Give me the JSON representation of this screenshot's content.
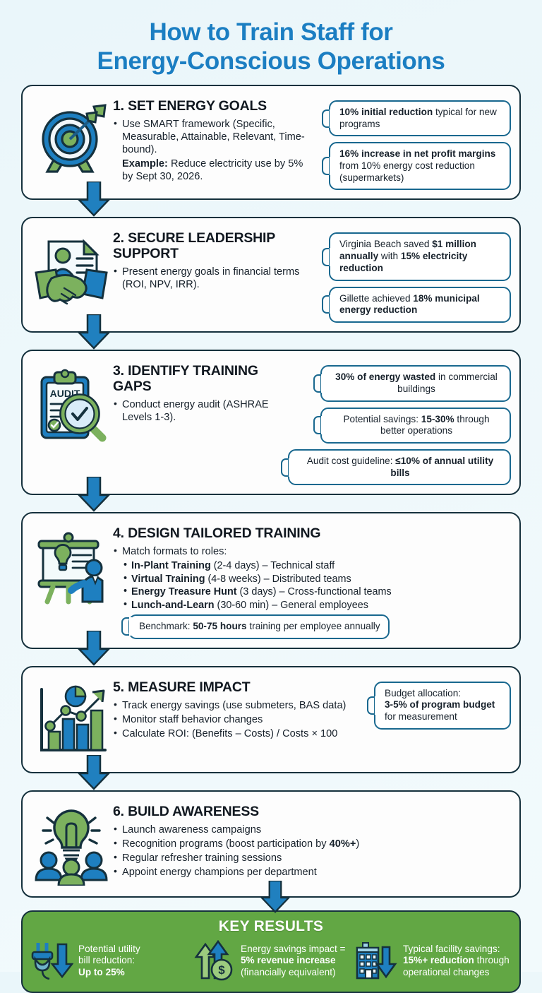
{
  "title": {
    "line1": "How to Train Staff for",
    "line2": "Energy-Conscious Operations",
    "color": "#1b7ec2"
  },
  "theme": {
    "blue": "#1b7ec2",
    "dark_blue": "#19688f",
    "green": "#62a744",
    "outline": "#15313d",
    "background": "#eef8fb",
    "card_bg": "#fdfdfd"
  },
  "steps": [
    {
      "id": "set-energy-goals",
      "number": "1.",
      "title": "1. SET ENERGY GOALS",
      "icon": "target-arrow-icon",
      "bullets": [
        "Use SMART framework (Specific, Measurable, Attainable, Relevant, Time-bound)."
      ],
      "example_label": "Example:",
      "example_text": " Reduce electricity use by 5% by Sept 30, 2026.",
      "callouts": [
        {
          "bold": "10% initial reduction",
          "rest": " typical for new programs",
          "align": "left"
        },
        {
          "bold": "16% increase in net profit margins",
          "rest": " from 10% energy cost reduction (supermarkets)",
          "align": "left"
        }
      ]
    },
    {
      "id": "secure-leadership-support",
      "number": "2.",
      "title": "2. SECURE LEADERSHIP SUPPORT",
      "icon": "handshake-document-icon",
      "bullets": [
        "Present energy goals in financial terms (ROI, NPV, IRR)."
      ],
      "callouts": [
        {
          "html": "Virginia Beach saved <b>$1 million annually</b> with <b>15% electricity reduction</b>",
          "align": "left"
        },
        {
          "html": "Gillette achieved <b>18% municipal energy reduction</b>",
          "align": "left"
        }
      ]
    },
    {
      "id": "identify-training-gaps",
      "number": "3.",
      "title": "3. IDENTIFY TRAINING GAPS",
      "icon": "audit-clipboard-magnifier-icon",
      "bullets": [
        "Conduct energy audit (ASHRAE Levels 1-3)."
      ],
      "callouts": [
        {
          "html": "<b>30% of energy wasted</b> in commercial buildings",
          "align": "center"
        },
        {
          "html": "Potential savings: <b>15-30%</b> through better operations",
          "align": "center"
        },
        {
          "html": "Audit cost guideline: <b>≤10% of annual utility bills</b>",
          "align": "center"
        }
      ]
    },
    {
      "id": "design-tailored-training",
      "number": "4.",
      "title": "4. DESIGN TAILORED TRAINING",
      "icon": "presentation-training-icon",
      "bullets": [
        "Match formats to roles:"
      ],
      "sub_bullets": [
        {
          "bold": "In-Plant Training",
          "rest": " (2-4 days) – Technical staff"
        },
        {
          "bold": "Virtual Training",
          "rest": " (4-8 weeks) – Distributed teams"
        },
        {
          "bold": "Energy Treasure Hunt",
          "rest": " (3 days) – Cross-functional teams"
        },
        {
          "bold": "Lunch-and-Learn",
          "rest": " (30-60 min) – General employees"
        }
      ],
      "bottom_callout": {
        "html": "Benchmark: <b>50-75 hours</b> training per employee annually"
      }
    },
    {
      "id": "measure-impact",
      "number": "5.",
      "title": "5. MEASURE IMPACT",
      "icon": "growth-chart-icon",
      "bullets": [
        "Track energy savings (use submeters, BAS data)",
        "Monitor staff behavior changes",
        "Calculate ROI: (Benefits – Costs) / Costs × 100"
      ],
      "callouts": [
        {
          "html": "Budget allocation:<br><b>3-5% of program budget</b><br>for measurement",
          "align": "left"
        }
      ]
    },
    {
      "id": "build-awareness",
      "number": "6.",
      "title": "6. BUILD AWARENESS",
      "icon": "lightbulb-people-icon",
      "bullets": [
        "Launch awareness campaigns",
        "Recognition programs (boost participation by <b>40%+</b>)",
        "Regular refresher training sessions",
        "Appoint energy champions per department"
      ],
      "callouts": []
    }
  ],
  "key_results": {
    "title": "KEY RESULTS",
    "items": [
      {
        "icon": "plug-down-arrow-icon",
        "html": "Potential utility<br>bill reduction:<br><b>Up to 25%</b>"
      },
      {
        "icon": "up-arrows-dollar-icon",
        "html": "Energy savings impact =<br><b>5% revenue increase</b><br>(financially equivalent)"
      },
      {
        "icon": "building-down-arrow-icon",
        "html": "Typical facility savings:<br><b>15%+ reduction</b> through<br>operational changes"
      }
    ]
  }
}
